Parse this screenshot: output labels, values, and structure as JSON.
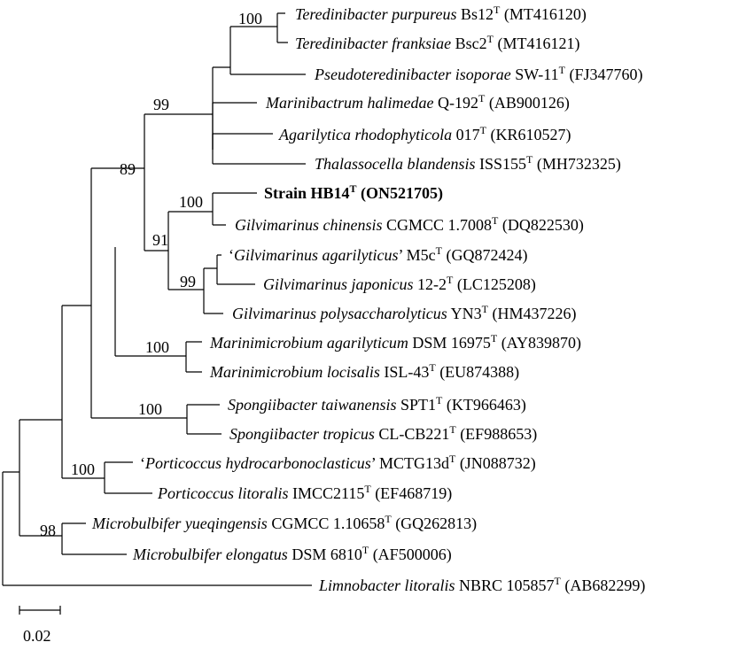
{
  "taxa": [
    {
      "id": "tp",
      "italic": "Teredinibacter purpureus",
      "strain": " Bs12",
      "sup": "T",
      "acc": " (MT416120)"
    },
    {
      "id": "tf",
      "italic": "Teredinibacter franksiae",
      "strain": " Bsc2",
      "sup": "T",
      "acc": " (MT416121)"
    },
    {
      "id": "pi",
      "italic": "Pseudoteredinibacter isoporae",
      "strain": " SW-11",
      "sup": "T",
      "acc": " (FJ347760)"
    },
    {
      "id": "mh",
      "italic": "Marinibactrum halimedae",
      "strain": " Q-192",
      "sup": "T",
      "acc": " (AB900126)"
    },
    {
      "id": "ar",
      "italic": "Agarilytica rhodophyticola",
      "strain": " 017",
      "sup": "T",
      "acc": " (KR610527)"
    },
    {
      "id": "tb",
      "italic": "Thalassocella blandensis",
      "strain": " ISS155",
      "sup": "T",
      "acc": " (MH732325)"
    },
    {
      "id": "hb",
      "bold": true,
      "text": "Strain HB14",
      "sup": "T",
      "acc_bold": " (ON521705)"
    },
    {
      "id": "gc",
      "italic": "Gilvimarinus chinensis",
      "strain": " CGMCC 1.7008",
      "sup": "T",
      "acc": " (DQ822530)"
    },
    {
      "id": "ga",
      "prefix": "‘",
      "italic": "Gilvimarinus agarilyticus",
      "strain": "’ M5c",
      "sup": "T",
      "acc": " (GQ872424)"
    },
    {
      "id": "gj",
      "italic": "Gilvimarinus japonicus",
      "strain": " 12-2",
      "sup": "T",
      "acc": " (LC125208)"
    },
    {
      "id": "gp",
      "italic": "Gilvimarinus polysaccharolyticus",
      "strain": " YN3",
      "sup": "T",
      "acc": " (HM437226)"
    },
    {
      "id": "ma",
      "italic": "Marinimicrobium agarilyticum",
      "strain": " DSM 16975",
      "sup": "T",
      "acc": " (AY839870)"
    },
    {
      "id": "ml",
      "italic": "Marinimicrobium locisalis",
      "strain": " ISL-43",
      "sup": "T",
      "acc": " (EU874388)"
    },
    {
      "id": "st",
      "italic": "Spongiibacter taiwanensis",
      "strain": " SPT1",
      "sup": "T",
      "acc": " (KT966463)"
    },
    {
      "id": "str",
      "italic": "Spongiibacter tropicus",
      "strain": " CL-CB221",
      "sup": "T",
      "acc": " (EF988653)"
    },
    {
      "id": "ph",
      "prefix": "‘",
      "italic": "Porticoccus hydrocarbonoclasticus",
      "strain": "’ MCTG13d",
      "sup": "T",
      "acc": " (JN088732)"
    },
    {
      "id": "pl",
      "italic": "Porticoccus litoralis",
      "strain": " IMCC2115",
      "sup": "T",
      "acc": " (EF468719)"
    },
    {
      "id": "my",
      "italic": "Microbulbifer yueqingensis",
      "strain": " CGMCC 1.10658",
      "sup": "T",
      "acc": " (GQ262813)"
    },
    {
      "id": "me",
      "italic": "Microbulbifer elongatus",
      "strain": " DSM 6810",
      "sup": "T",
      "acc": " (AF500006)"
    },
    {
      "id": "ll",
      "italic": "Limnobacter litoralis",
      "strain": " NBRC 105857",
      "sup": "T",
      "acc": " (AB682299)"
    }
  ],
  "bootstrap": {
    "teredinibacter": "100",
    "upper_clade": "99",
    "main_clade": "89",
    "gilvimarinus_all": "91",
    "hb14_chinensis": "100",
    "gilvimarinus_others": "99",
    "marinimicrobium": "100",
    "spongiibacter": "100",
    "porticoccus": "100",
    "microbulbifer": "98"
  },
  "scale_bar": {
    "label": "0.02"
  }
}
